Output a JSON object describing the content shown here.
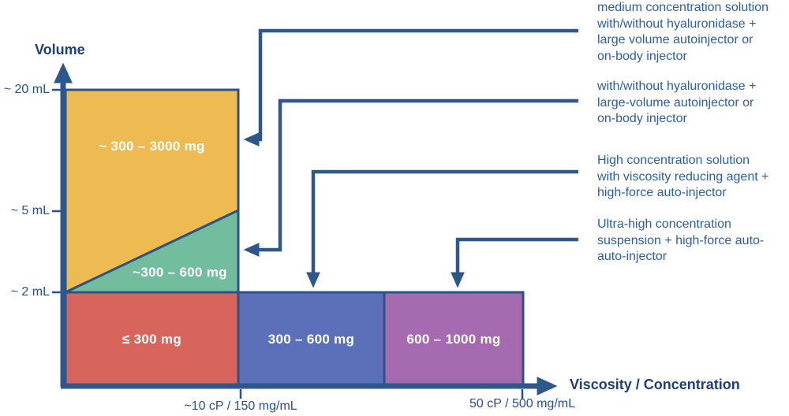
{
  "figure": {
    "colors": {
      "border": "#2e578c",
      "axis_text": "#1d3f7c",
      "tick_text": "#24509b",
      "annotation_text": "#2b5ea7",
      "region_label_text": "#ffffff"
    },
    "y_axis": {
      "title": "Volume",
      "ticks": [
        "~ 20 mL",
        "~ 5 mL",
        "~ 2 mL"
      ]
    },
    "x_axis": {
      "title": "Viscosity / Concentration",
      "ticks": [
        "~10 cP / 150 mg/mL",
        "50 cP / 500 mg/mL"
      ]
    },
    "regions": [
      {
        "name": "large-volume-medium-concentration",
        "label": "~ 300 – 3000 mg",
        "color": "#edbb52"
      },
      {
        "name": "transition-mid-dose",
        "label": "~300 – 600 mg",
        "color": "#71bd9e"
      },
      {
        "name": "low-dose",
        "label": "≤ 300 mg",
        "color": "#d8655b"
      },
      {
        "name": "high-concentration",
        "label": "300 – 600 mg",
        "color": "#5c70ba"
      },
      {
        "name": "ultra-high-concentration",
        "label": "600 – 1000 mg",
        "color": "#a66ab0"
      }
    ],
    "annotations": [
      {
        "text": "medium concentration solution\nwith/without hyaluronidase +\nlarge volume autoinjector or\non-body injector"
      },
      {
        "text": "with/without hyaluronidase +\nlarge-volume autoinjector or\non-body injector"
      },
      {
        "text": "High concentration solution\nwith viscosity reducing agent +\nhigh-force auto-injector"
      },
      {
        "text": "Ultra-high concentration\nsuspension + high-force auto-\nauto-injector"
      }
    ]
  }
}
